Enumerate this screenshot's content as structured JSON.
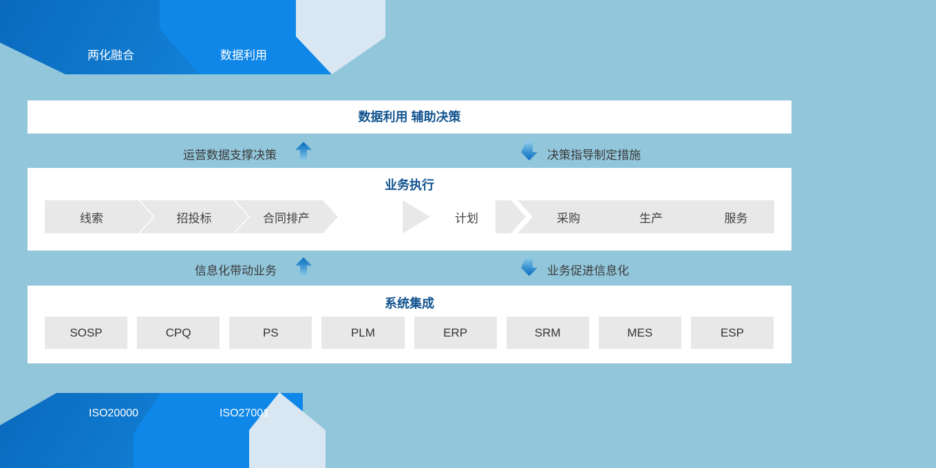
{
  "colors": {
    "page_background": "#92c6db",
    "ribbon_dark_blue": "#0b6cc0",
    "ribbon_bright_blue": "#0e87e8",
    "ribbon_light_blue": "#d8e7f2",
    "panel_title_blue": "#11538f",
    "chevron_gray": "#e8e8e8",
    "arrow_blue_dark": "#0a6dbe",
    "arrow_blue_light": "#8ecbe9"
  },
  "top_tabs": [
    {
      "label": "两化融合"
    },
    {
      "label": "数据利用"
    }
  ],
  "banner": {
    "title": "数据利用 辅助决策"
  },
  "flow_row_top": {
    "left_label": "运营数据支撑决策",
    "left_arrow_icon": "up-arrow-icon",
    "right_label": "决策指导制定措施",
    "right_arrow_icon": "down-arrow-icon"
  },
  "execution": {
    "title": "业务执行",
    "pre_steps": [
      "线索",
      "招投标",
      "合同排产"
    ],
    "transition_icon": "right-triangle-icon",
    "plan_step": "计划",
    "post_steps": [
      "采购",
      "生产",
      "服务"
    ]
  },
  "flow_row_bottom": {
    "left_label": "信息化带动业务",
    "left_arrow_icon": "up-arrow-icon",
    "right_label": "业务促进信息化",
    "right_arrow_icon": "down-arrow-icon"
  },
  "integration": {
    "title": "系统集成",
    "systems": [
      "SOSP",
      "CPQ",
      "PS",
      "PLM",
      "ERP",
      "SRM",
      "MES",
      "ESP"
    ]
  },
  "bottom_tabs": [
    {
      "label": "ISO20000"
    },
    {
      "label": "ISO27001"
    }
  ]
}
